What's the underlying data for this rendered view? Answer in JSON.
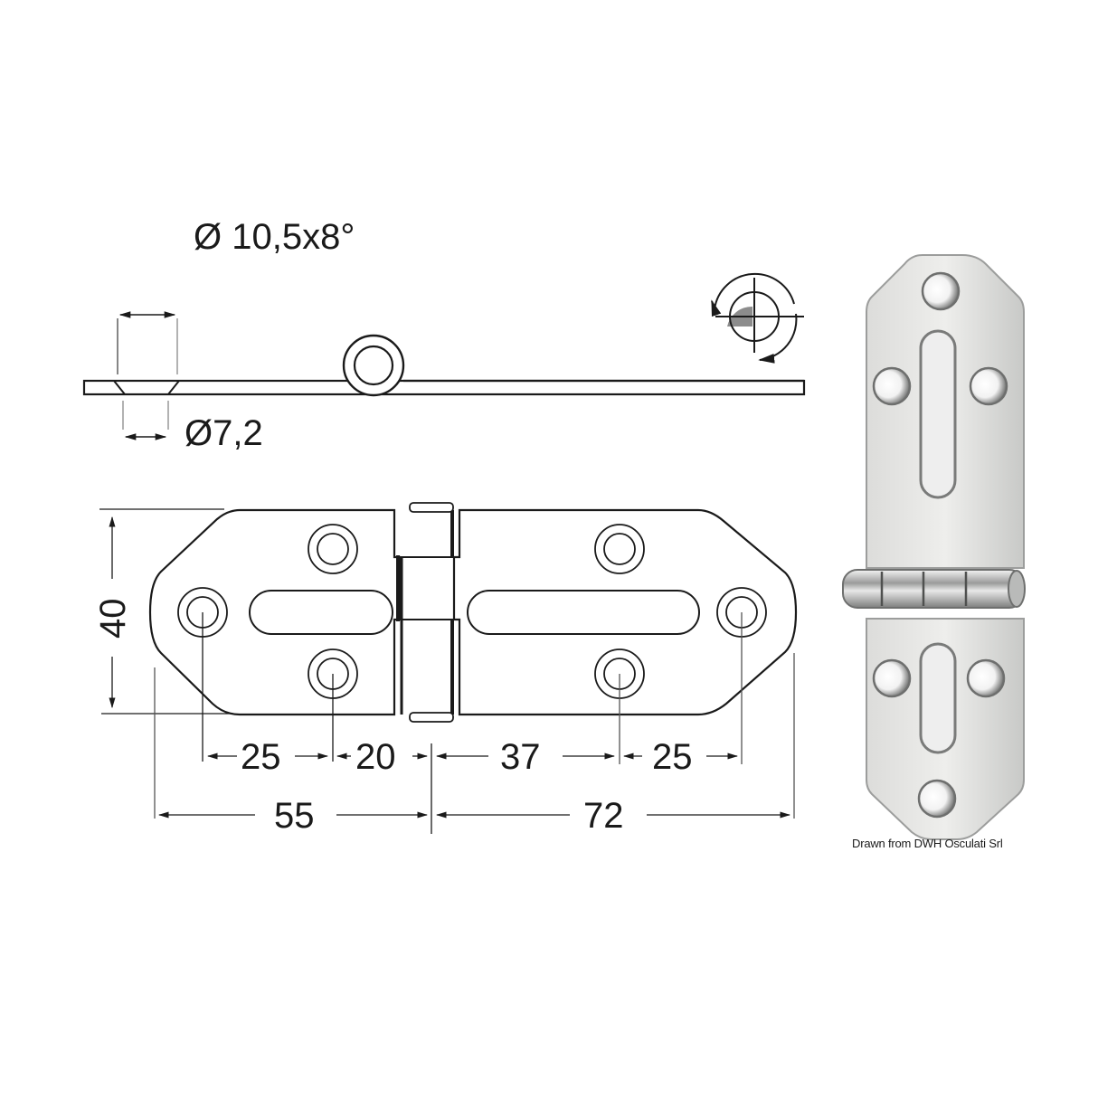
{
  "drawing": {
    "side_view": {
      "countersink_label": "Ø 10,5x8°",
      "hole_label": "Ø7,2"
    },
    "rotation_symbol": {
      "icon": "rotation-projection-icon"
    },
    "plan_view": {
      "width_label": "40",
      "hole_spacing_labels": [
        "25",
        "20",
        "37",
        "25"
      ],
      "leaf_length_labels": [
        "55",
        "72"
      ]
    },
    "photo": {
      "description": "stainless-steel-hinge-photo"
    },
    "credit": "Drawn from DWH Osculati Srl"
  },
  "colors": {
    "line": "#1a1a1a",
    "dim_line": "#444444",
    "shade": "#8c8c8c",
    "steel_light": "#e8e8e6",
    "steel_mid": "#c9cac8",
    "steel_dark": "#8f9190"
  }
}
